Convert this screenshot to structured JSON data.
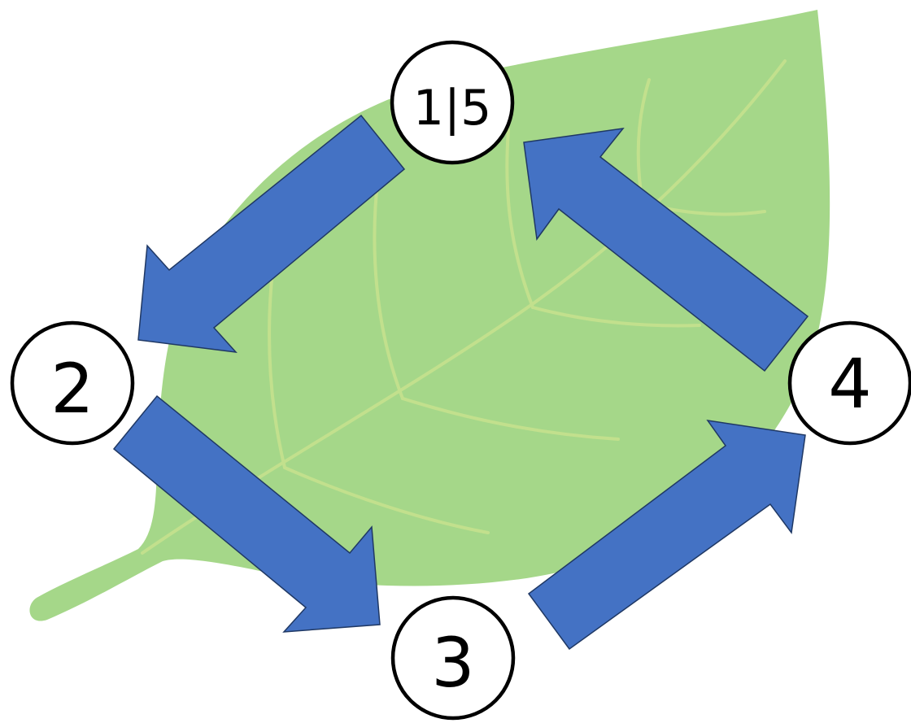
{
  "diagram": {
    "background": "#ffffff",
    "leaf": {
      "icon": "leaf-icon",
      "fill_color": "#a5d789",
      "vein_color": "#c2e08d"
    },
    "arrow_style": {
      "fill_color": "#4472c4",
      "stroke_color": "#1f3864"
    },
    "node_style": {
      "fill_color": "#ffffff",
      "stroke_color": "#000000"
    },
    "nodes": [
      {
        "id": "node-1-5",
        "label": "1|5"
      },
      {
        "id": "node-2",
        "label": "2"
      },
      {
        "id": "node-3",
        "label": "3"
      },
      {
        "id": "node-4",
        "label": "4"
      }
    ],
    "arrows": [
      {
        "from": "1|5",
        "to": "2"
      },
      {
        "from": "2",
        "to": "3"
      },
      {
        "from": "3",
        "to": "4"
      },
      {
        "from": "4",
        "to": "1|5"
      }
    ]
  }
}
